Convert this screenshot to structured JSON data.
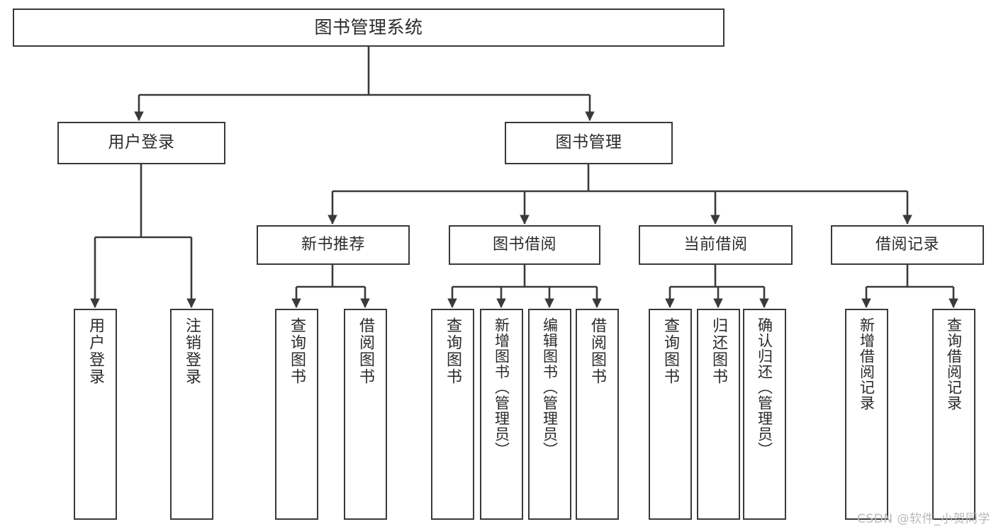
{
  "diagram": {
    "title": "图书管理系统",
    "type": "tree",
    "orientation": "top-down",
    "colors": {
      "background": "#ffffff",
      "box_border": "#3a3a3a",
      "box_fill": "#ffffff",
      "text": "#2b2b2b",
      "connector": "#3a3a3a",
      "watermark": "#b9b9b9"
    },
    "watermark": "CSDN @软件_小贺同学",
    "nodes": {
      "root": {
        "label": "图书管理系统"
      },
      "level2": [
        {
          "label": "用户登录"
        },
        {
          "label": "图书管理"
        }
      ],
      "level3": [
        {
          "label": "新书推荐"
        },
        {
          "label": "图书借阅"
        },
        {
          "label": "当前借阅"
        },
        {
          "label": "借阅记录"
        }
      ],
      "leaves_user_login": [
        {
          "label": "用户登录"
        },
        {
          "label": "注销登录"
        }
      ],
      "leaves_new_book": [
        {
          "label": "查询图书"
        },
        {
          "label": "借阅图书"
        }
      ],
      "leaves_borrow": [
        {
          "label": "查询图书"
        },
        {
          "label": "新增图书（管理员）"
        },
        {
          "label": "编辑图书（管理员）"
        },
        {
          "label": "借阅图书"
        }
      ],
      "leaves_current": [
        {
          "label": "查询图书"
        },
        {
          "label": "归还图书"
        },
        {
          "label": "确认归还（管理员）"
        }
      ],
      "leaves_records": [
        {
          "label": "新增借阅记录"
        },
        {
          "label": "查询借阅记录"
        }
      ]
    }
  }
}
